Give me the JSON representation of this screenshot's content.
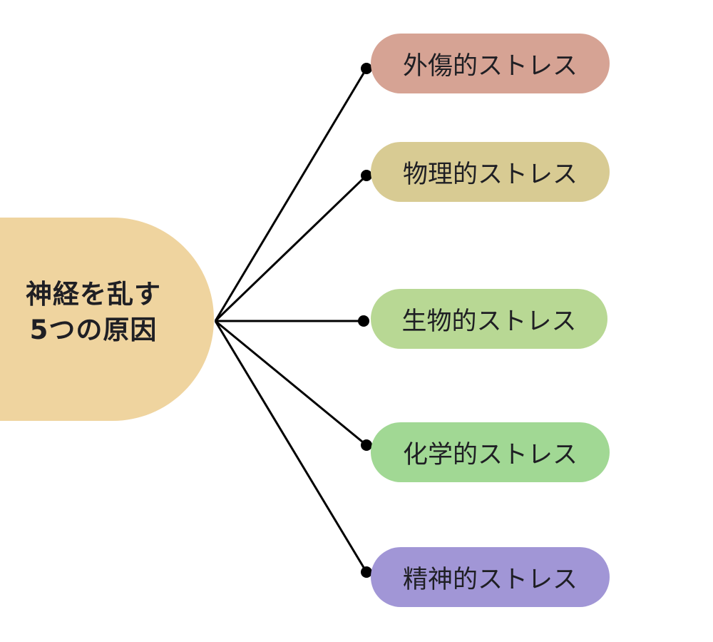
{
  "root": {
    "line1": "神経を乱す",
    "line2": "5つの原因",
    "color": "#efd49f"
  },
  "branches": [
    {
      "label": "外傷的ストレス",
      "color": "#d6a394"
    },
    {
      "label": "物理的ストレス",
      "color": "#d8cb93"
    },
    {
      "label": "生物的ストレス",
      "color": "#b8d894"
    },
    {
      "label": "化学的ストレス",
      "color": "#a1d894"
    },
    {
      "label": "精神的ストレス",
      "color": "#a196d6"
    }
  ],
  "connector_color": "#000000"
}
